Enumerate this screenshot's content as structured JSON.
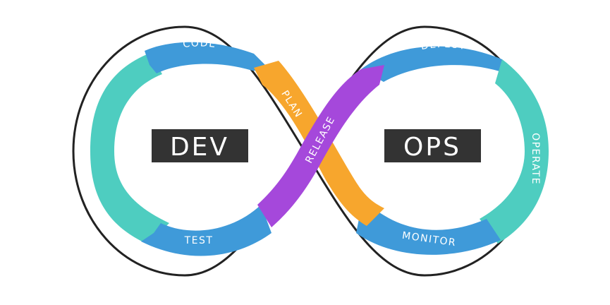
{
  "diagram": {
    "left_box": "DEV",
    "right_box": "OPS",
    "segments": {
      "code": "CODE",
      "plan": "PLAN",
      "release": "RELEASE",
      "deploy": "DEPLOY",
      "operate": "OPERATE",
      "monitor": "MONITOR",
      "test": "TEST"
    },
    "colors": {
      "teal": "#4ecdc0",
      "blue": "#3f9ad9",
      "orange": "#f7a62d",
      "purple": "#a548db",
      "box": "#333333",
      "outline": "#222222"
    }
  }
}
